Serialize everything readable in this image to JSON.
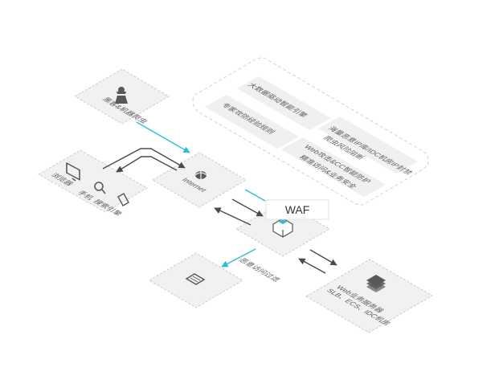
{
  "colors": {
    "tile_fill": "#eff1f3",
    "tile_stroke": "#c9cdd2",
    "icon": "#585858",
    "arrow_dark": "#4a4a4a",
    "arrow_cyan": "#2bbfd1",
    "waf_accent": "#2bbfd1"
  },
  "nodes": {
    "attackers": {
      "label": "黑客&机器爬虫",
      "icon": "hacker-icon"
    },
    "clients": {
      "labels": [
        "浏览器",
        "手机",
        "搜索引擎"
      ],
      "icons": [
        "monitor-icon",
        "search-icon",
        "mobile-icon"
      ]
    },
    "internet": {
      "label": "Internet",
      "icon": "globe-icon"
    },
    "waf": {
      "label": "WAF",
      "icon": "firewall-icon"
    },
    "malicious": {
      "label": "恶意访问过滤",
      "icon": "log-icon"
    },
    "origin": {
      "line1": "Web业务服务器",
      "line2": "SLB、ECS、IDC机房",
      "icon": "server-icon"
    }
  },
  "features": [
    "大数据驱动智能引擎",
    "专家攻防经验规则",
    "海量恶意IP库/IDC机房IP封禁",
    "爬虫风险阻断",
    "Web攻击&CC智能防护",
    "精准访问&业务安全"
  ]
}
